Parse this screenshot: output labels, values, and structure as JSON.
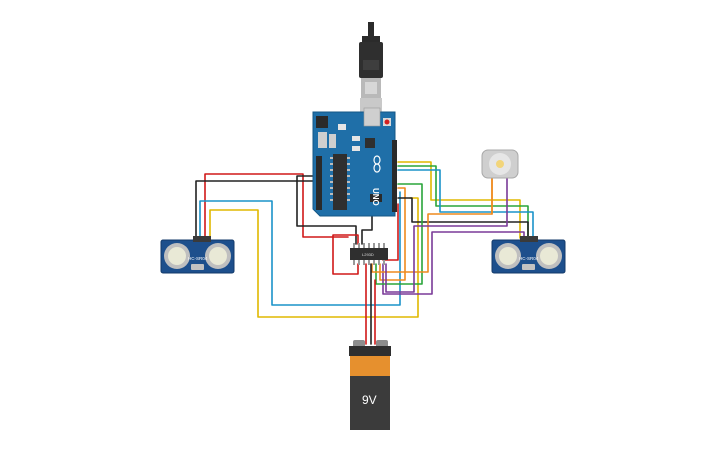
{
  "colors": {
    "board": "#1f6fa8",
    "board_dark": "#155786",
    "sensor": "#1d4f8c",
    "wire_red": "#d01818",
    "wire_black": "#222222",
    "wire_yellow": "#e0b800",
    "wire_blue": "#1a93c9",
    "wire_green": "#2aa53a",
    "wire_orange": "#ee8a1e",
    "wire_purple": "#7a3a98",
    "battery_orange": "#e6902e",
    "battery_black": "#3b3b3b"
  },
  "arduino": {
    "logo_text": "UNO",
    "icon": "arduino-infinity-icon"
  },
  "usb": {
    "icon": "usb-plug-icon"
  },
  "sensor_left": {
    "label": "HC-SR04"
  },
  "sensor_right": {
    "label": "HC-SR04"
  },
  "driver_chip": {
    "label": "L293D"
  },
  "motor": {
    "icon": "dc-motor-icon"
  },
  "battery": {
    "label": "9V"
  }
}
